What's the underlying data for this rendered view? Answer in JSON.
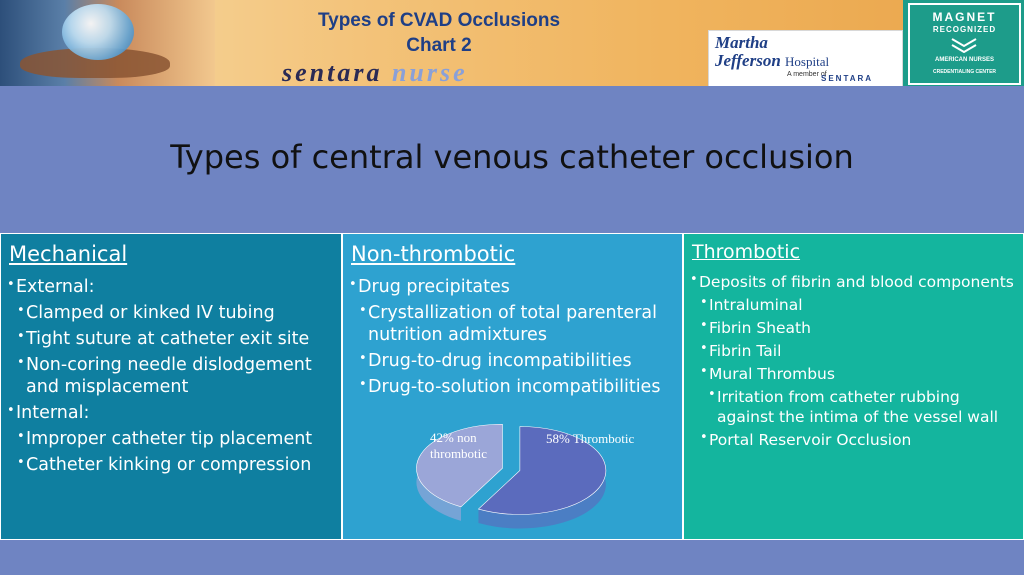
{
  "header": {
    "title_line1": "Types of  CVAD Occlusions",
    "title_line2": "Chart 2",
    "brand_part1": "sentara",
    "brand_part2": "nurse",
    "hospital_line1": "Martha",
    "hospital_line2": "Jefferson",
    "hospital_line2_suffix": "Hospital",
    "hospital_member": "A member of",
    "hospital_parent": "SENTARA",
    "magnet_line1": "MAGNET",
    "magnet_line2": "RECOGNIZED",
    "magnet_line3": "AMERICAN NURSES",
    "magnet_line4": "CREDENTIALING CENTER"
  },
  "main_title": "Types of central venous catheter occlusion",
  "columns": [
    {
      "heading": "Mechanical",
      "items": [
        {
          "text": "External:",
          "level": 1
        },
        {
          "text": "Clamped or kinked IV tubing",
          "level": 2
        },
        {
          "text": "Tight suture at catheter exit site",
          "level": 2
        },
        {
          "text": "Non-coring needle dislodgement and misplacement",
          "level": 2
        },
        {
          "text": "Internal:",
          "level": 1
        },
        {
          "text": "Improper catheter tip placement",
          "level": 2
        },
        {
          "text": "Catheter kinking or compression",
          "level": 2
        }
      ]
    },
    {
      "heading": "Non-thrombotic",
      "items": [
        {
          "text": "Drug precipitates",
          "level": 1
        },
        {
          "text": "Crystallization of total parenteral nutrition admixtures",
          "level": 2
        },
        {
          "text": "Drug-to-drug incompatibilities",
          "level": 2
        },
        {
          "text": "Drug-to-solution incompatibilities",
          "level": 2
        }
      ]
    },
    {
      "heading": "Thrombotic",
      "items": [
        {
          "text": "Deposits of fibrin and blood components",
          "level": 1
        },
        {
          "text": "Intraluminal",
          "level": 2
        },
        {
          "text": "Fibrin Sheath",
          "level": 2
        },
        {
          "text": "Fibrin Tail",
          "level": 2
        },
        {
          "text": "Mural Thrombus",
          "level": 2
        },
        {
          "text": "Irritation from catheter rubbing against the intima of the vessel wall",
          "level": 3
        },
        {
          "text": "Portal Reservoir Occlusion",
          "level": 2
        }
      ]
    }
  ],
  "chart_data": {
    "type": "pie",
    "slices": [
      {
        "label": "42% non thrombotic",
        "value": 42,
        "color": "#9ba6d8"
      },
      {
        "label": "58% Thrombotic",
        "value": 58,
        "color": "#5b6bbd"
      }
    ]
  },
  "colors": {
    "mechanical": "#0f7fa0",
    "non_thrombotic": "#2ea2d0",
    "thrombotic": "#14b59e",
    "background": "#6f84c2",
    "header_title": "#1f3f86"
  }
}
